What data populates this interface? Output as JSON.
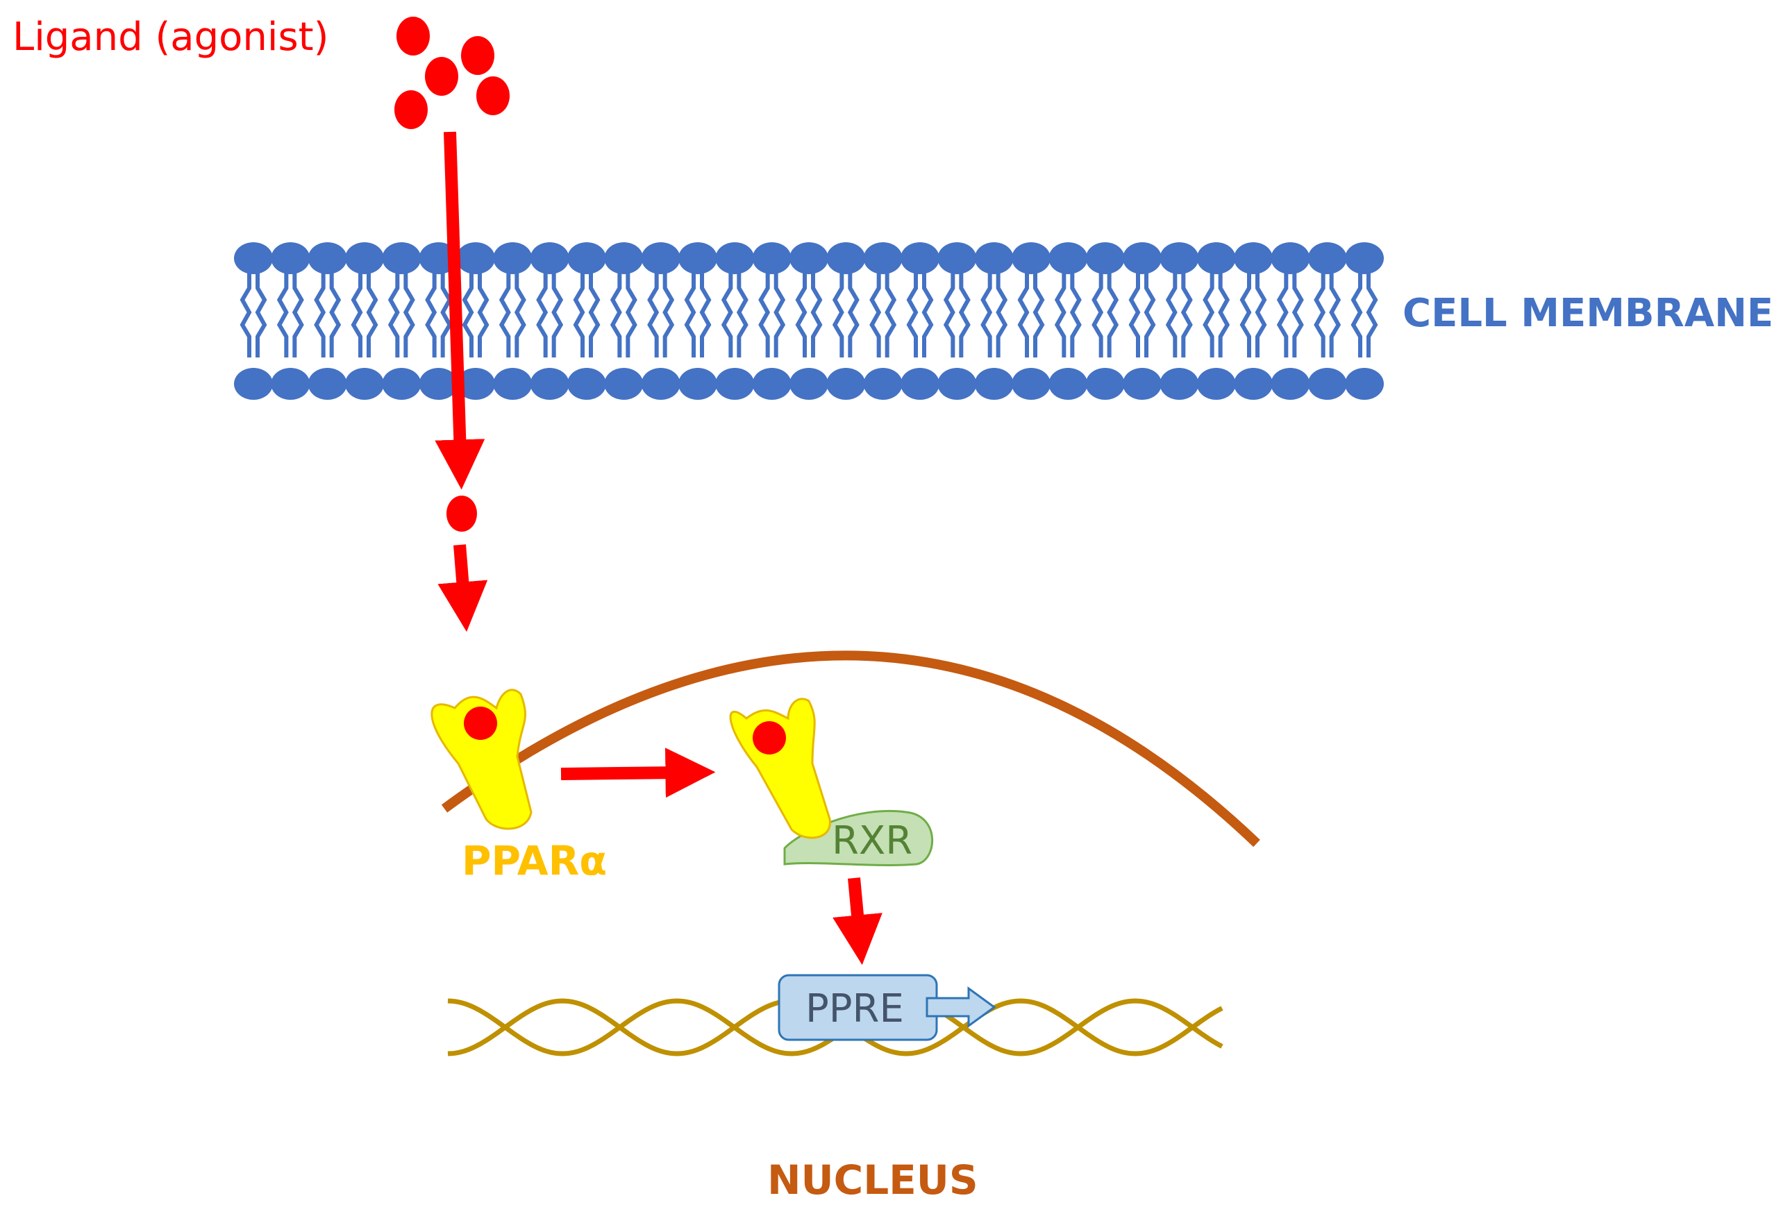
{
  "labels": {
    "ligand": "Ligand (agonist)",
    "cell_membrane": "CELL MEMBRANE",
    "ppar": "PPARα",
    "rxr": "RXR",
    "ppre": "PPRE",
    "nucleus": "NUCLEUS"
  },
  "colors": {
    "ligand": "#ff0000",
    "arrow": "#ff0000",
    "membrane": "#4472c4",
    "receptor_fill": "#ffff00",
    "receptor_stroke": "#e6b800",
    "ppar_text": "#ffc000",
    "rxr_fill": "#c5e0b4",
    "rxr_stroke": "#70ad47",
    "rxr_text": "#548235",
    "ppre_fill": "#bdd7ee",
    "ppre_stroke": "#2e75b6",
    "ppre_text": "#44546a",
    "nucleus": "#c55a11",
    "dna": "#bf9000"
  }
}
